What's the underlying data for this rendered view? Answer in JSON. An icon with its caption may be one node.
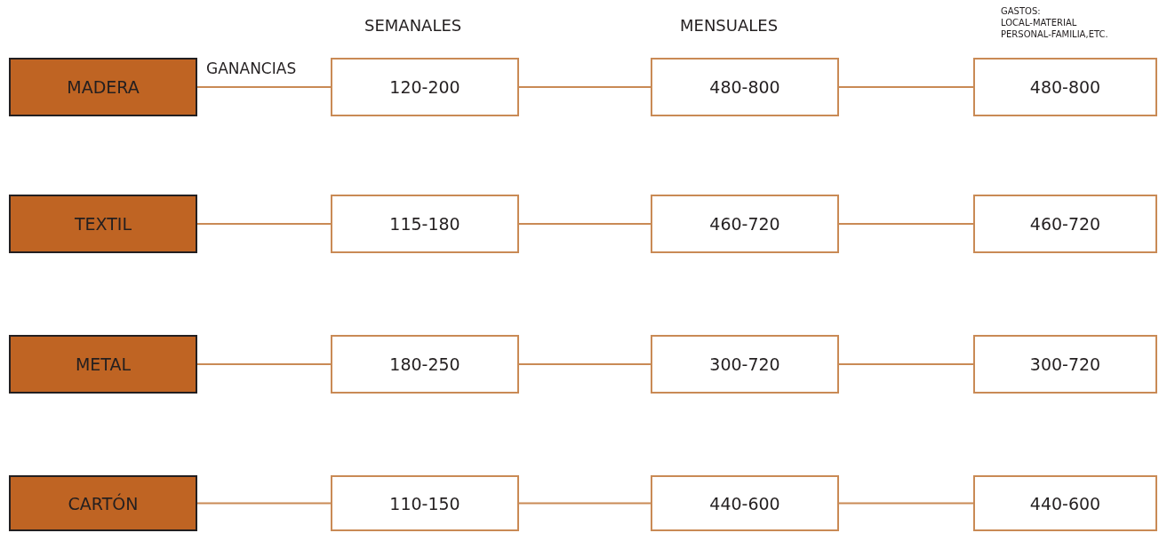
{
  "diagram": {
    "nodes": [
      {
        "text": [
          "MADERA"
        ]
      },
      {
        "text": [
          "120-200"
        ]
      },
      {
        "text": [
          "480-800"
        ]
      },
      {
        "text": [
          "480-800"
        ]
      },
      {
        "text": [
          "TEXTIL"
        ]
      },
      {
        "text": [
          "115-180"
        ]
      },
      {
        "text": [
          "460-720"
        ]
      },
      {
        "text": [
          "460-720"
        ]
      },
      {
        "text": [
          "METAL"
        ]
      },
      {
        "text": [
          "180-250"
        ]
      },
      {
        "text": [
          "300-720"
        ]
      },
      {
        "text": [
          "300-720"
        ]
      },
      {
        "text": [
          "CARTÓN"
        ]
      },
      {
        "text": [
          "110-150"
        ]
      },
      {
        "text": [
          "440-600"
        ]
      },
      {
        "text": [
          "440-600"
        ]
      }
    ],
    "edges": [
      {
        "from": 0,
        "to": 1,
        "arrow": "none",
        "label": "GANANCIAS"
      },
      {
        "from": 1,
        "to": 2,
        "arrow": "none"
      },
      {
        "from": 2,
        "to": 3,
        "arrow": "none"
      },
      {
        "from": 4,
        "to": 5,
        "arrow": "none"
      },
      {
        "from": 5,
        "to": 6,
        "arrow": "none"
      },
      {
        "from": 6,
        "to": 7,
        "arrow": "none"
      },
      {
        "from": 8,
        "to": 9,
        "arrow": "none"
      },
      {
        "from": 9,
        "to": 10,
        "arrow": "none"
      },
      {
        "from": 10,
        "to": 11,
        "arrow": "none"
      },
      {
        "from": 12,
        "to": 13,
        "arrow": "none"
      },
      {
        "from": 13,
        "to": 14,
        "arrow": "none"
      },
      {
        "from": 14,
        "to": 15,
        "arrow": "none"
      }
    ],
    "labels": [
      "SEMANALES",
      "MENSUALES",
      "GASTOS:",
      "LOCAL-MATERIAL",
      "PERSONAL-FAMILIA,ETC."
    ]
  }
}
